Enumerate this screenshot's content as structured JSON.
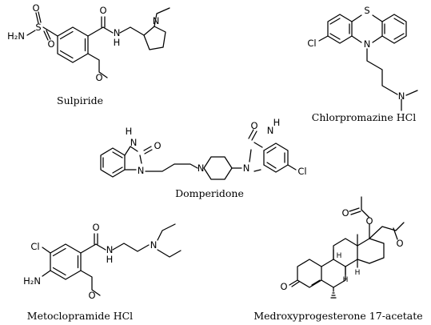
{
  "compounds": {
    "sulpiride": {
      "name": "Sulpiride",
      "atoms": {
        "s": "S",
        "o1": "O",
        "o2": "O",
        "nh2": "H₂N",
        "o_carbonyl": "O",
        "nh": "N",
        "nh_h": "H",
        "n_ring": "N",
        "o_methoxy": "O"
      }
    },
    "chlorpromazine": {
      "name": "Chlorpromazine HCl",
      "atoms": {
        "s": "S",
        "cl": "Cl",
        "n_ring": "N",
        "n_amine": "N"
      }
    },
    "domperidone": {
      "name": "Domperidone",
      "atoms": {
        "nh_left": "N",
        "nh_left_h": "H",
        "o_left": "O",
        "n_left": "N",
        "n_pip": "N",
        "n_right": "N",
        "o_right": "O",
        "nh_right": "N",
        "nh_right_h": "H",
        "cl": "Cl"
      }
    },
    "metoclopramide": {
      "name": "Metoclopramide HCl",
      "atoms": {
        "cl": "Cl",
        "nh2": "H₂N",
        "o_carbonyl": "O",
        "nh": "N",
        "nh_h": "H",
        "n_amine": "N",
        "o_methoxy": "O"
      }
    },
    "medroxyprogesterone": {
      "name": "Medroxyprogesterone 17-acetate",
      "atoms": {
        "o_ketone": "O",
        "o_ester": "O",
        "o_acetyl": "O",
        "o_ketone17": "O",
        "h8": "H",
        "h9": "H",
        "h14": "H"
      }
    }
  }
}
